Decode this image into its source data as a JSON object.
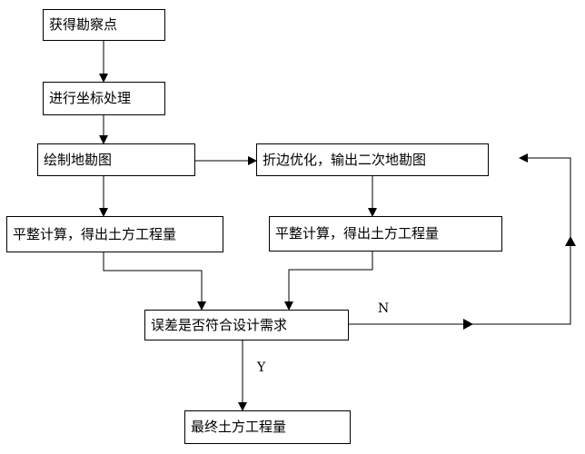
{
  "nodes": {
    "n1": "获得勘察点",
    "n2": "进行坐标处理",
    "n3": "绘制地勘图",
    "n4": "折边优化，输出二次地勘图",
    "n5": "平整计算，得出土方工程量",
    "n6": "平整计算，得出土方工程量",
    "n7": "误差是否符合设计需求",
    "n8": "最终土方工程量"
  },
  "labels": {
    "no": "N",
    "yes": "Y"
  }
}
